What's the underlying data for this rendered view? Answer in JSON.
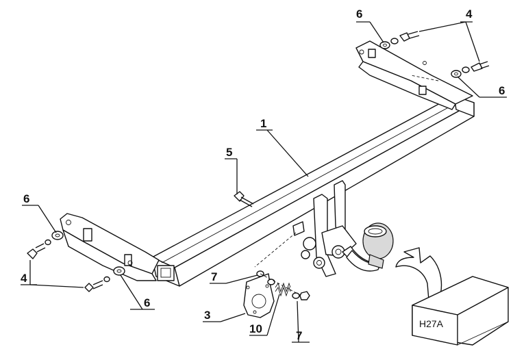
{
  "callouts": {
    "top_6": "6",
    "top_4": "4",
    "right_6": "6",
    "label_1": "1",
    "label_5": "5",
    "left_6": "6",
    "left_4": "4",
    "bottom_6": "6",
    "bottom_7a": "7",
    "label_3": "3",
    "label_10": "10",
    "bottom_7b": "7"
  },
  "badge": {
    "code": "H27A"
  },
  "colors": {
    "line": "#111111",
    "background": "#ffffff",
    "ball_shading": "#d9d9d9"
  }
}
